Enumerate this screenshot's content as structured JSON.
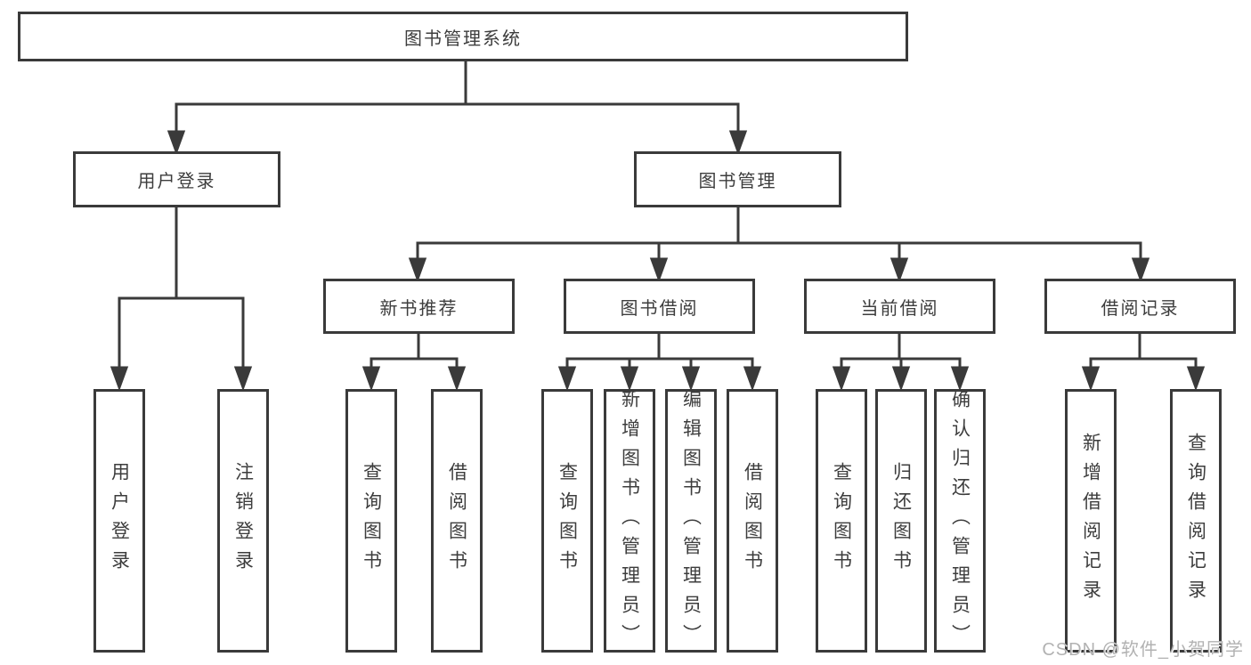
{
  "diagram": {
    "type": "hierarchy-tree",
    "title": "图书管理系统",
    "branches": [
      {
        "label": "用户登录",
        "children": [
          {
            "label": "用户登录"
          },
          {
            "label": "注销登录"
          }
        ]
      },
      {
        "label": "图书管理",
        "children": [
          {
            "label": "新书推荐",
            "children": [
              {
                "label": "查询图书"
              },
              {
                "label": "借阅图书"
              }
            ]
          },
          {
            "label": "图书借阅",
            "children": [
              {
                "label": "查询图书"
              },
              {
                "label": "新增图书（管理员）"
              },
              {
                "label": "编辑图书（管理员）"
              },
              {
                "label": "借阅图书"
              }
            ]
          },
          {
            "label": "当前借阅",
            "children": [
              {
                "label": "查询图书"
              },
              {
                "label": "归还图书"
              },
              {
                "label": "确认归还（管理员）"
              }
            ]
          },
          {
            "label": "借阅记录",
            "children": [
              {
                "label": "新增借阅记录"
              },
              {
                "label": "查询借阅记录"
              }
            ]
          }
        ]
      }
    ]
  },
  "watermark": "CSDN @软件_小贺同学",
  "colors": {
    "line": "#3a3a3a",
    "text": "#3d3d3d",
    "background": "#ffffff",
    "watermark": "#b2b2b2"
  }
}
